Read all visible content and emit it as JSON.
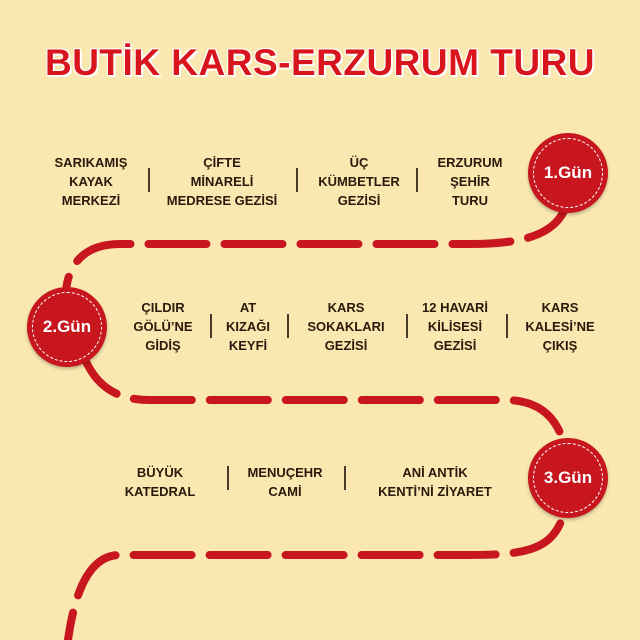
{
  "title": "BUTİK KARS-ERZURUM TURU",
  "colors": {
    "background": "#fae8b0",
    "accent": "#d8141c",
    "text": "#2a1a0c"
  },
  "days": [
    {
      "label": "1.Gün",
      "items": [
        "SARIKAMIŞ\nKAYAK\nMERKEZİ",
        "ÇİFTE\nMİNARELİ\nMEDRESE GEZİSİ",
        "ÜÇ\nKÜMBETLER\nGEZİSİ",
        "ERZURUM\nŞEHİR\nTURU"
      ]
    },
    {
      "label": "2.Gün",
      "items": [
        "ÇILDIR\nGÖLÜ’NE\nGİDİŞ",
        "AT\nKIZAĞI\nKEYFİ",
        "KARS\nSOKAKLARI\nGEZİSİ",
        "12 HAVARİ\nKİLİSESİ\nGEZİSİ",
        "KARS\nKALESİ’NE\nÇIKIŞ"
      ]
    },
    {
      "label": "3.Gün",
      "items": [
        "BÜYÜK\nKATEDRAL",
        "MENUÇEHR\nCAMİ",
        "ANİ ANTİK\nKENTİ’Nİ ZİYARET"
      ]
    }
  ]
}
